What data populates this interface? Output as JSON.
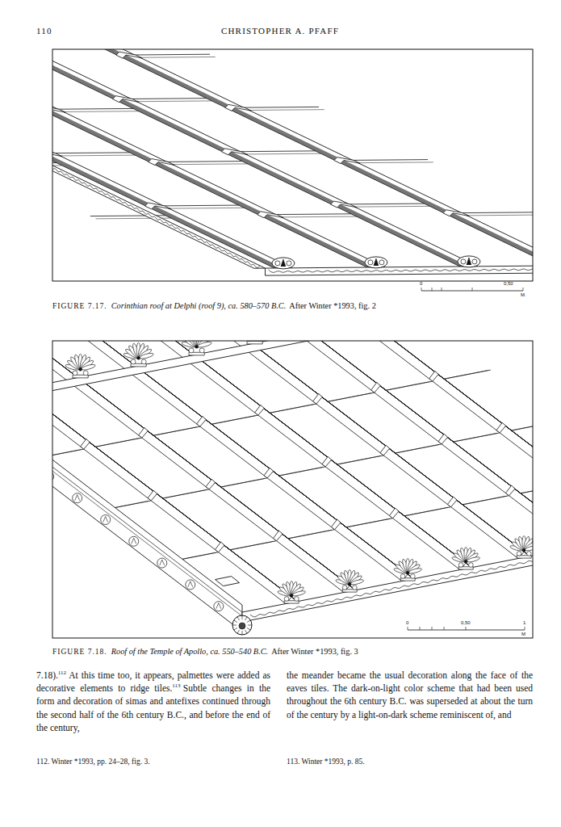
{
  "diagram": {
    "labels": [
      "110",
      "CHRISTOPHER A. PFAFF",
      "0",
      "0,50",
      "M.",
      "FIGURE 7.17.",
      "Corinthian roof at Delphi (roof 9), ca. 580–570 B.C.",
      "After Winter *1993, fig. 2",
      "0",
      "0,50",
      "1",
      "M",
      "FIGURE 7.18.",
      "Roof of the Temple of Apollo, ca. 550–540 B.C.",
      "After Winter *1993, fig. 3",
      "7.18).",
      "112",
      "At this time too, it appears, palmettes were added as decorative elements to ridge tiles.",
      "113",
      "Subtle changes in the form and decoration of simas and antefixes continued through the second half of the 6th century B.C., and before the end of the century,",
      "the meander became the usual decoration along the face of the eaves tiles. The dark-on-light color scheme that had been used throughout the 6th century B.C. was superseded at about the turn of the century by a light-on-dark scheme reminiscent of, and",
      "112. Winter *1993, pp. 24–28, fig. 3.",
      "113. Winter *1993, p. 85."
    ]
  }
}
